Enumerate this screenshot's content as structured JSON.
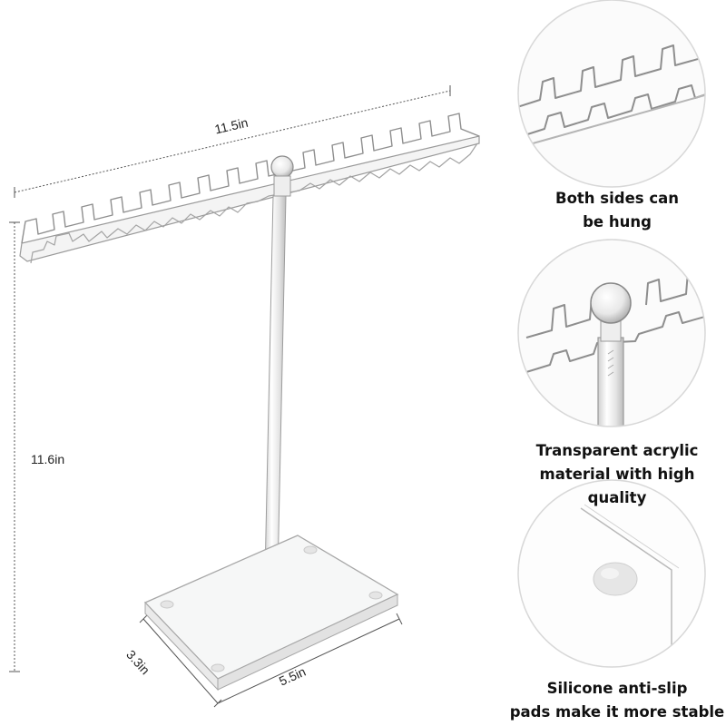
{
  "dimensions": {
    "width_label": "11.5in",
    "height_label": "11.6in",
    "base_depth_label": "3.3in",
    "base_width_label": "5.5in"
  },
  "features": [
    {
      "line1": "Both sides can",
      "line2": "be hung",
      "icon": "both-sides-hooks-detail"
    },
    {
      "line1": "Transparent acrylic",
      "line2": "material with high quality",
      "icon": "acrylic-ball-top-detail"
    },
    {
      "line1": "Silicone anti-slip",
      "line2": "pads make it more stable",
      "icon": "silicone-pad-detail"
    }
  ],
  "colors": {
    "background": "#ffffff",
    "acrylic_edge": "#9a9a9a",
    "text": "#111111",
    "circle_border": "#d8d8d8"
  }
}
